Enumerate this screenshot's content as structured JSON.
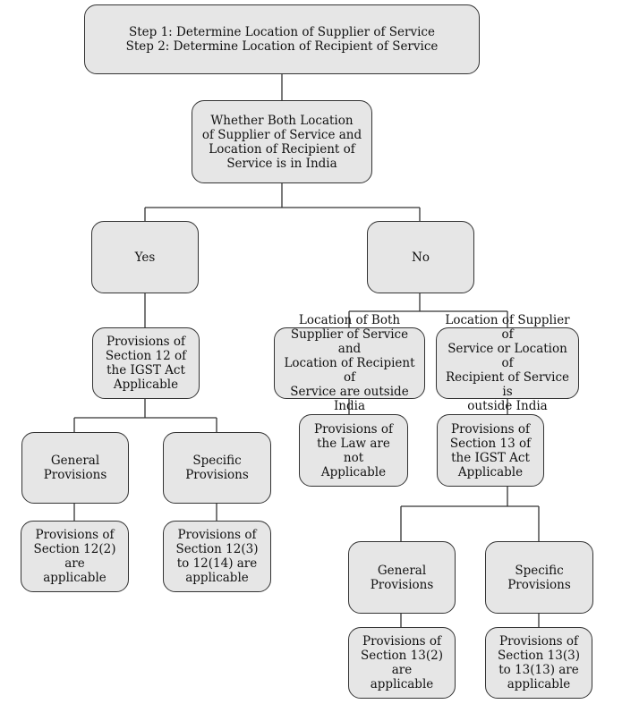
{
  "nodes": {
    "top_steps": {
      "lines": [
        "Step 1: Determine Location of Supplier of Service",
        "Step 2: Determine Location of Recipient of Service"
      ]
    },
    "question": {
      "lines": [
        "Whether Both Location",
        "of Supplier of Service and",
        "Location of Recipient of",
        "Service  is in India"
      ]
    },
    "yes": {
      "lines": [
        "Yes"
      ]
    },
    "no": {
      "lines": [
        "No"
      ]
    },
    "section12": {
      "lines": [
        "Provisions of",
        "Section 12 of",
        "the IGST Act",
        "Applicable"
      ]
    },
    "both_outside": {
      "lines": [
        "Location of Both",
        "Supplier of Service and",
        "Location of Recipient of",
        "Service are outside India"
      ]
    },
    "either_outside": {
      "lines": [
        "Location of Supplier of",
        "Service or Location of",
        "Recipient of Service  is",
        "outside India"
      ]
    },
    "general12": {
      "lines": [
        "General",
        "Provisions"
      ]
    },
    "specific12": {
      "lines": [
        "Specific",
        "Provisions"
      ]
    },
    "law_not_applicable": {
      "lines": [
        "Provisions of",
        "the Law are not",
        "Applicable"
      ]
    },
    "section13": {
      "lines": [
        "Provisions of",
        "Section 13 of",
        "the IGST Act",
        "Applicable"
      ]
    },
    "s12_2": {
      "lines": [
        "Provisions of",
        "Section 12(2) are",
        "applicable"
      ]
    },
    "s12_3_14": {
      "lines": [
        "Provisions of",
        "Section 12(3)",
        "to 12(14) are",
        "applicable"
      ]
    },
    "general13": {
      "lines": [
        "General",
        "Provisions"
      ]
    },
    "specific13": {
      "lines": [
        "Specific",
        "Provisions"
      ]
    },
    "s13_2": {
      "lines": [
        "Provisions of",
        "Section 13(2) are",
        "applicable"
      ]
    },
    "s13_3_13": {
      "lines": [
        "Provisions of",
        "Section 13(3)",
        "to 13(13) are",
        "applicable"
      ]
    }
  }
}
